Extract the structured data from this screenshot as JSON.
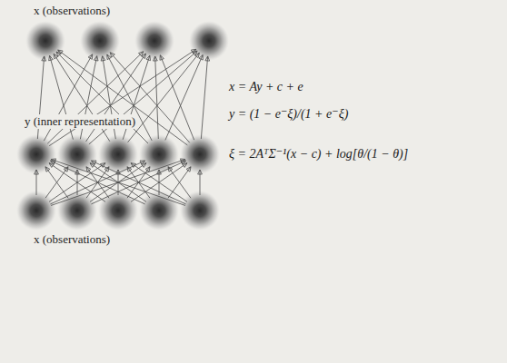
{
  "diagram": {
    "nodes": [
      {
        "text": [
          "x (observations)"
        ]
      },
      {
        "text": [
          "y (inner representation)"
        ]
      },
      {
        "text": [
          "x (observations)"
        ]
      }
    ],
    "edges": [
      {
        "from": 1,
        "to": 0,
        "arrow": "to"
      },
      {
        "from": 2,
        "to": 1,
        "arrow": "to"
      }
    ],
    "labels": [
      "x = Ay + c + e",
      "y = (1 − e⁻ξ)/(1 + e⁻ξ)",
      "ξ = 2AᵀΣ⁻¹(x − c) + log[θ/(1 − θ)]"
    ]
  }
}
